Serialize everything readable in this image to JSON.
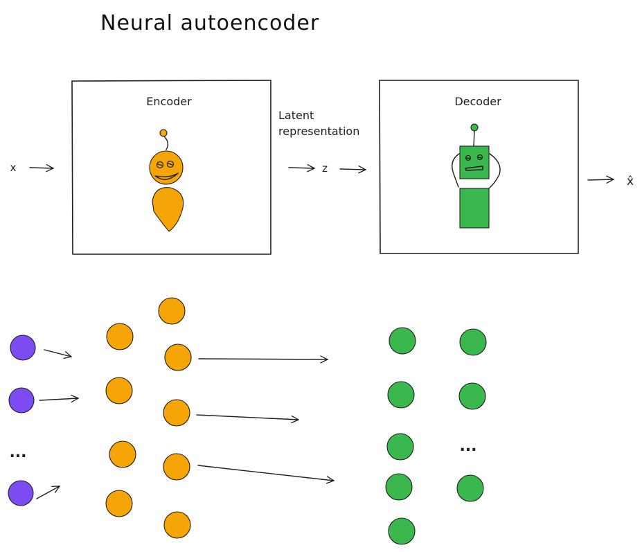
{
  "title": "Neural autoencoder",
  "encoder": {
    "label": "Encoder"
  },
  "decoder": {
    "label": "Decoder"
  },
  "latent": {
    "line1": "Latent",
    "line2": "representation",
    "symbol": "z"
  },
  "input_symbol": "x",
  "output_symbol": "x̂",
  "network": {
    "input_ellipsis": "...",
    "output_ellipsis": "..."
  },
  "colors": {
    "input": "#7c4cf2",
    "encoder": "#f5a505",
    "decoder": "#3ab84d"
  }
}
